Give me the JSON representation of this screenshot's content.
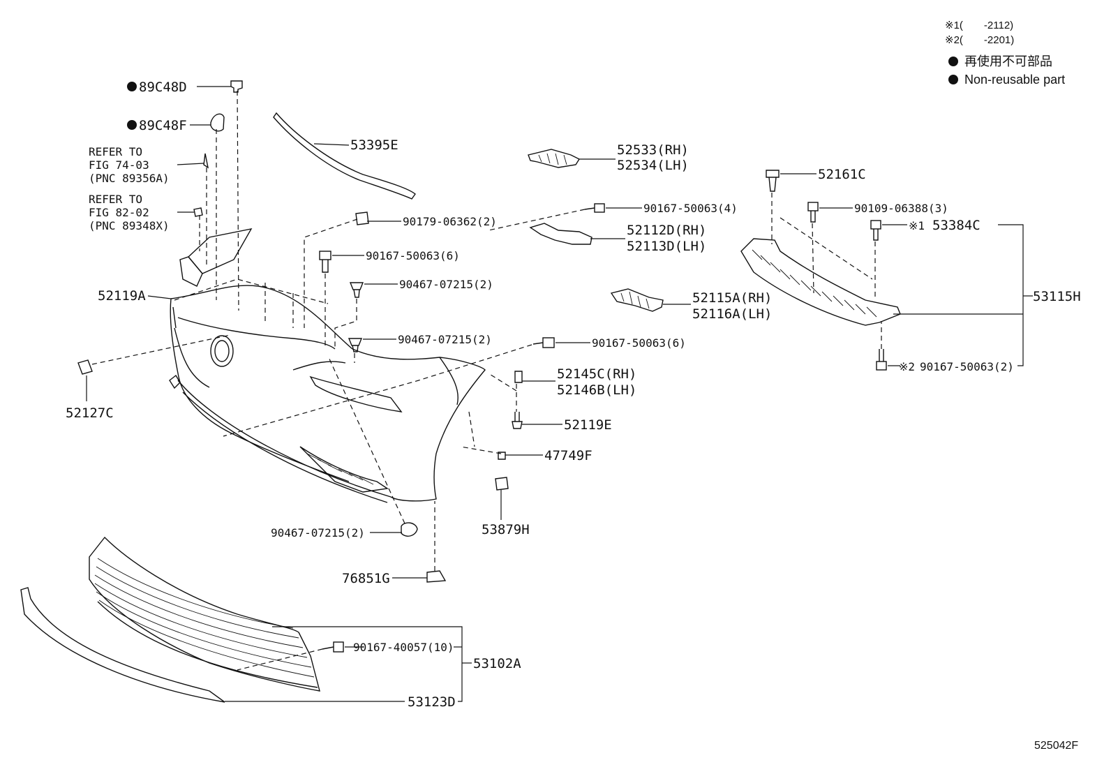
{
  "notes": {
    "note1": "※1(　　-2112)",
    "note2": "※2(　　-2201)"
  },
  "legend": {
    "jp": "再使用不可部品",
    "en": "Non-reusable part",
    "bullet_icon": "filled-circle"
  },
  "labels": {
    "p89C48D": "89C48D",
    "p89C48F": "89C48F",
    "refer1_l1": "REFER TO",
    "refer1_l2": "FIG 74-03",
    "refer1_l3": "(PNC 89356A)",
    "refer2_l1": "REFER TO",
    "refer2_l2": "FIG 82-02",
    "refer2_l3": "(PNC 89348X)",
    "p53395E": "53395E",
    "p52533": "52533(RH)",
    "p52534": "52534(LH)",
    "p52161C": "52161C",
    "p90179": "90179-06362(2)",
    "p90167_4": "90167-50063(4)",
    "p90109": "90109-06388(3)",
    "p52112D": "52112D(RH)",
    "p52113D": "52113D(LH)",
    "p53384C_mark": "※1",
    "p53384C": "53384C",
    "p90167_6a": "90167-50063(6)",
    "p52119A": "52119A",
    "p90467_a": "90467-07215(2)",
    "p52115A": "52115A(RH)",
    "p52116A": "52116A(LH)",
    "p53115H": "53115H",
    "p90467_b": "90467-07215(2)",
    "p90167_6b": "90167-50063(6)",
    "p90167_2_mark": "※2",
    "p90167_2": "90167-50063(2)",
    "p52145C": "52145C(RH)",
    "p52146B": "52146B(LH)",
    "p52127C": "52127C",
    "p52119E": "52119E",
    "p47749F": "47749F",
    "p53879H": "53879H",
    "p90467_c": "90467-07215(2)",
    "p76851G": "76851G",
    "p90167_10": "90167-40057(10)",
    "p53102A": "53102A",
    "p53123D": "53123D",
    "figure_id": "525042F"
  }
}
